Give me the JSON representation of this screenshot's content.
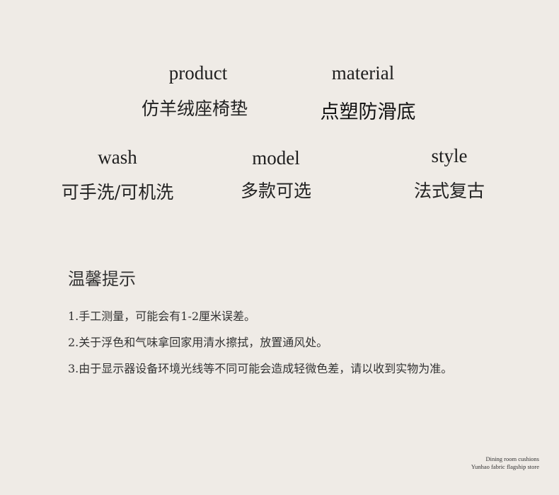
{
  "specs": [
    {
      "key": "product",
      "label": "product",
      "value": "仿羊绒座椅垫"
    },
    {
      "key": "material",
      "label": "material",
      "value": "点塑防滑底"
    },
    {
      "key": "wash",
      "label": "wash",
      "value": "可手洗/可机洗"
    },
    {
      "key": "model",
      "label": "model",
      "value": "多款可选"
    },
    {
      "key": "style",
      "label": "style",
      "value": "法式复古"
    }
  ],
  "tips": {
    "title": "温馨提示",
    "items": [
      "1.手工测量，可能会有1-2厘米误差。",
      "2.关于浮色和气味拿回家用清水擦拭，放置通风处。",
      "3.由于显示器设备环境光线等不同可能会造成轻微色差，请以收到实物为准。"
    ]
  },
  "store": {
    "line1": "Dining room cushions",
    "line2": "Yunhao fabric flagship store"
  }
}
